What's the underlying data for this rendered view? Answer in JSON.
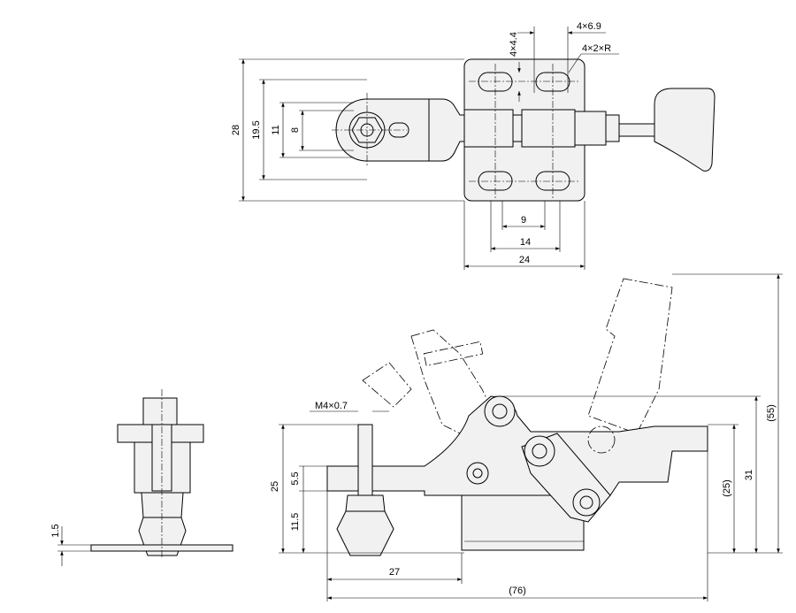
{
  "drawing": {
    "top_view": {
      "slot_count_width": "4×6.9",
      "slot_count_height": "4×4.4",
      "slot_radius": "4×2×R",
      "overall_height": "28",
      "arm_span": "19.5",
      "pad_width": "11",
      "bolt_width": "8",
      "hole_pitch_inner": "9",
      "hole_pitch_outer": "14",
      "base_width": "24"
    },
    "side_view": {
      "thread": "M4×0.7",
      "height_25": "25",
      "height_5_5": "5.5",
      "height_11_5": "11.5",
      "offset_27": "27",
      "overall_length": "(76)",
      "handle_height": "(55)",
      "body_height": "(25)",
      "height_31": "31"
    },
    "end_view": {
      "base_thickness": "1.5"
    }
  }
}
